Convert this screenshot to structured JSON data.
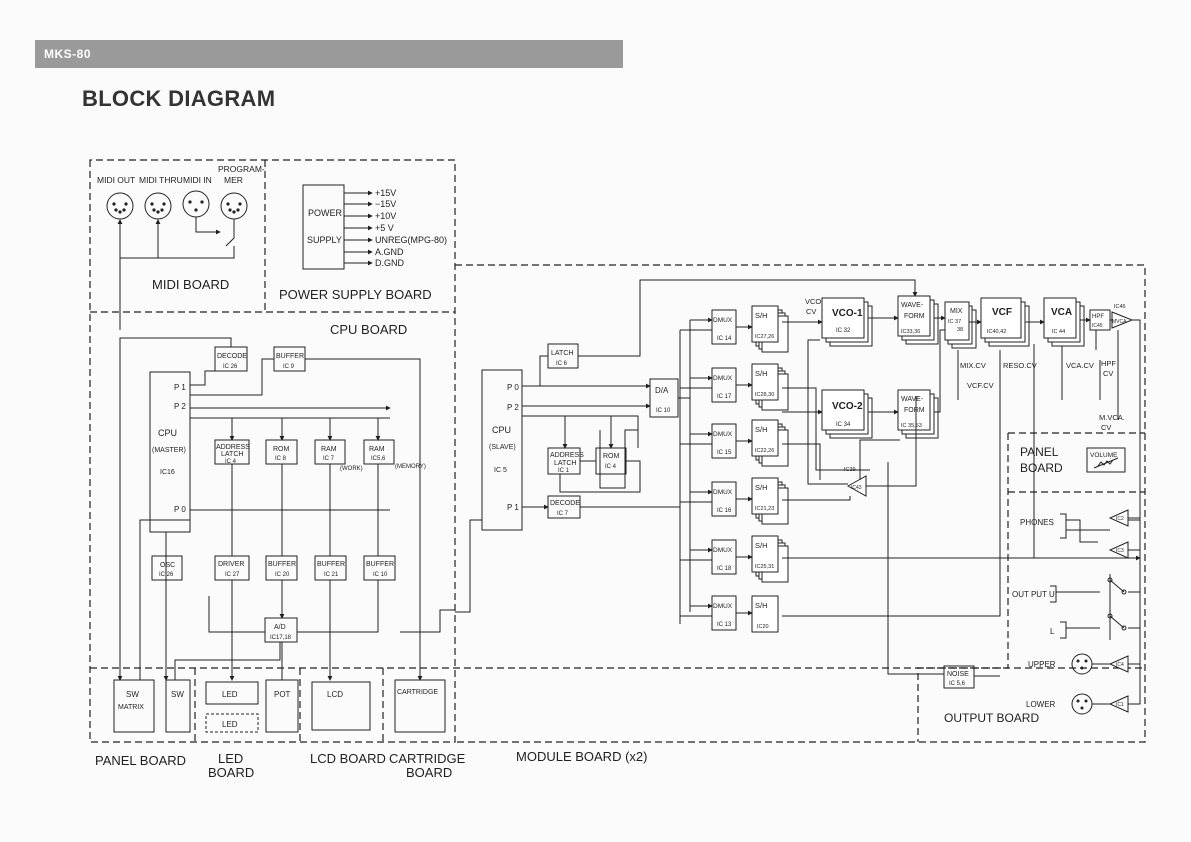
{
  "header": {
    "model": "MKS-80",
    "title": "BLOCK DIAGRAM"
  },
  "midi": {
    "ports": [
      "MIDI OUT",
      "MIDI THRU",
      "MIDI IN"
    ],
    "programmer_1": "PROGRAM-",
    "programmer_2": "MER",
    "board": "MIDI  BOARD"
  },
  "power": {
    "label_1": "POWER",
    "label_2": "SUPPLY",
    "outputs": [
      "+15V",
      "−15V",
      "+10V",
      "+5 V",
      "UNREG(MPG-80)",
      "A.GND",
      "D.GND"
    ],
    "board": "POWER SUPPLY BOARD"
  },
  "cpu_board": {
    "title": "CPU BOARD",
    "cpu": "CPU",
    "cpu_sub": "(MASTER)",
    "cpu_ic": "IC16",
    "ports": [
      "P 1",
      "P 2",
      "P 0"
    ],
    "decode": "DECODE",
    "decode_ic": "IC 26",
    "buffer_top": "BUFFER",
    "buffer_top_ic": "IC 9",
    "addr_latch_1": "ADDRESS",
    "addr_latch_2": "LATCH",
    "addr_latch_ic": "IC 4",
    "rom": "ROM",
    "rom_ic": "IC 8",
    "ram_work": "RAM",
    "ram_work_ic": "IC 7",
    "work": "(WORK)",
    "ram_mem": "RAM",
    "ram_mem_ic": "IC5,6",
    "memory": "(MEMORY)",
    "osc": "OSC",
    "osc_ic": "IC 26",
    "driver": "DRIVER",
    "driver_ic": "IC 27",
    "buffer_a": "BUFFER",
    "buffer_a_ic": "IC 20",
    "buffer_b": "BUFFER",
    "buffer_b_ic": "IC 21",
    "buffer_c": "BUFFER",
    "buffer_c_ic": "IC 10",
    "ad": "A/D",
    "ad_ic": "IC17,18"
  },
  "bottom": {
    "sw_matrix_1": "SW",
    "sw_matrix_2": "MATRIX",
    "sw": "SW",
    "led": "LED",
    "led2": "LED",
    "pot": "POT",
    "lcd": "LCD",
    "cartridge": "CARTRIDGE",
    "panel_board": "PANEL BOARD",
    "led_board_1": "LED",
    "led_board_2": "BOARD",
    "lcd_board": "LCD BOARD",
    "cart_board_1": "CARTRIDGE",
    "cart_board_2": "BOARD",
    "module_board": "MODULE BOARD (x2)"
  },
  "module": {
    "cpu": "CPU",
    "cpu_sub": "(SLAVE)",
    "cpu_ic": "IC 5",
    "ports": [
      "P 0",
      "P 2",
      "P 1"
    ],
    "latch": "LATCH",
    "latch_ic": "IC 6",
    "da": "D/A",
    "da_ic": "IC 10",
    "addr_1": "ADDRESS",
    "addr_2": "LATCH",
    "addr_ic": "IC 1",
    "rom": "ROM",
    "rom_ic": "IC 4",
    "decode": "DECODE",
    "decode_ic": "IC 7",
    "dmux_label": "DMUX",
    "dmux_ics": [
      "IC 14",
      "IC 17",
      "IC 15",
      "IC 16",
      "IC 18",
      "IC 13"
    ],
    "sh_label": "S/H",
    "sh_ics": [
      "IC27,26",
      "IC28,30",
      "IC22,26",
      "IC21,23",
      "IC25,31",
      "IC20"
    ],
    "vco_cv_1": "VCO",
    "vco_cv_2": "CV",
    "vco1": "VCO-1",
    "vco1_ic": "IC 32",
    "vco2": "VCO-2",
    "vco2_ic": "IC 34",
    "wave_1": "WAVE-",
    "wave_2": "FORM",
    "wave1_ic": "IC33,36",
    "wave2_ic": "IC 35,53",
    "mix": "MIX",
    "mix_ic_1": "IC 37",
    "mix_ic_2": "38",
    "vcf": "VCF",
    "vcf_ic": "IC40,42",
    "vca": "VCA",
    "vca_ic": "IC 44",
    "hpf": "HPF",
    "hpf_ic": "IC45",
    "ic46": "IC46",
    "mvca": "MVCA",
    "ic39": "IC39",
    "ic43": "IC43",
    "mix_cv": "MIX.CV",
    "vcf_cv": "VCF.CV",
    "reso_cv": "RESO.CV",
    "vca_cv": "VCA.CV",
    "hpf_cv_1": "HPF",
    "hpf_cv_2": "CV",
    "mvca_cv_1": "M.VCA.",
    "mvca_cv_2": "CV",
    "noise": "NOISE",
    "noise_ic": "IC 5,6"
  },
  "panel": {
    "board_1": "PANEL",
    "board_2": "BOARD",
    "volume": "VOLUME"
  },
  "output": {
    "phones": "PHONES",
    "output_u": "OUT PUT U",
    "l": "L",
    "upper": "UPPER",
    "lower": "LOWER",
    "amp_ics": [
      "IC2",
      "IC3",
      "IC4",
      "IC1"
    ],
    "board": "OUTPUT BOARD"
  }
}
